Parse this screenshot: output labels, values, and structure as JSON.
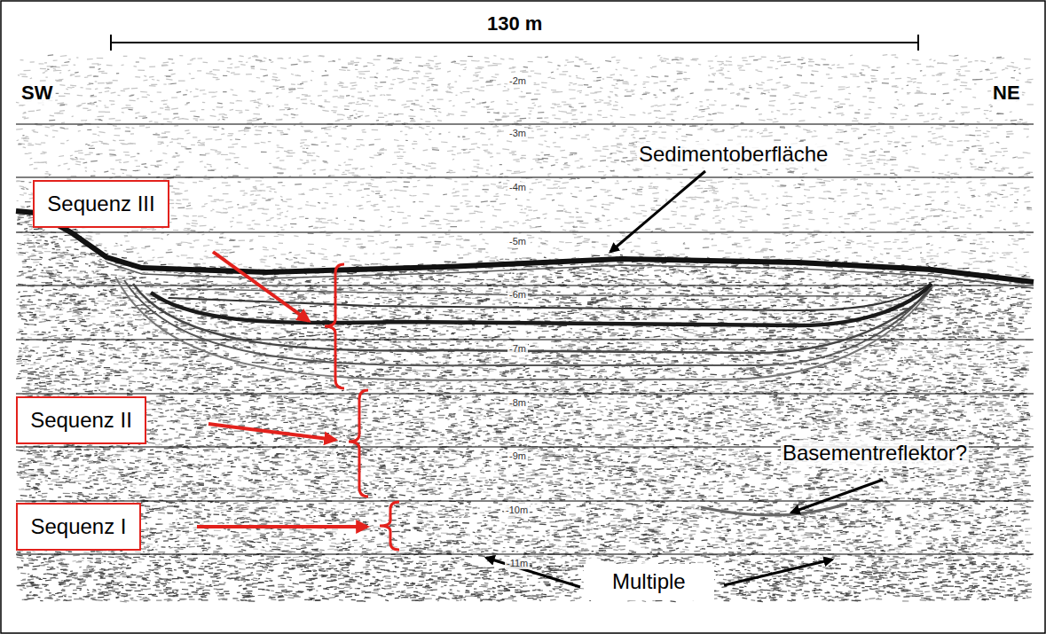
{
  "diagram": {
    "nodes": [
      {
        "text": [
          "Sequenz III"
        ]
      },
      {
        "text": [
          "Sequenz II"
        ]
      },
      {
        "text": [
          "Sequenz I"
        ]
      }
    ],
    "labels": [
      "130 m",
      "SW",
      "NE",
      "-2m",
      "-3m",
      "-4m",
      "-5m",
      "-6m",
      "-7m",
      "-8m",
      "-9m",
      "-10m",
      "-11m",
      "Sedimentoberfläche",
      "Basementreflektor?",
      "Multiple"
    ]
  }
}
